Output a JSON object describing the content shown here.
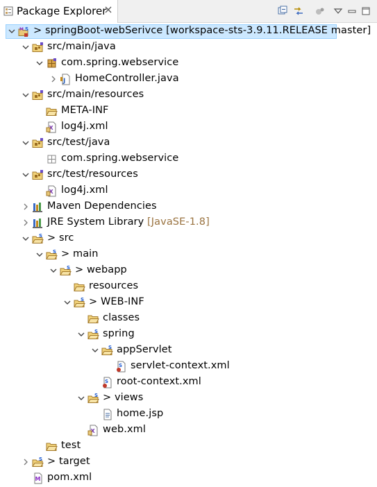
{
  "view": {
    "title": "Package Explorer",
    "toolbar": [
      "collapse-all-icon",
      "link-with-editor-icon",
      "focus-on-active-task-icon",
      "view-menu-icon",
      "minimize-icon",
      "maximize-icon"
    ]
  },
  "tree": [
    {
      "label": "springBoot-webSerivce",
      "prefix": "> ",
      "decoration": " [workspace-sts-3.9.11.RELEASE master]",
      "icon": "maven-project-icon",
      "name": "project-springboot-webservice",
      "level": 0,
      "expanded": true,
      "selected": true
    },
    {
      "label": "src/main/java",
      "prefix": "",
      "decoration": "",
      "icon": "source-folder-icon",
      "name": "tree-item-src-main-java",
      "level": 1,
      "expanded": true
    },
    {
      "label": "com.spring.webservice",
      "prefix": "",
      "decoration": "",
      "icon": "package-icon",
      "name": "tree-item-package-com-spring-webservice",
      "level": 2,
      "expanded": true
    },
    {
      "label": "HomeController.java",
      "prefix": "",
      "decoration": "",
      "icon": "java-file-icon",
      "name": "tree-item-homecontroller-java",
      "level": 3,
      "expanded": false
    },
    {
      "label": "src/main/resources",
      "prefix": "",
      "decoration": "",
      "icon": "source-folder-icon",
      "name": "tree-item-src-main-resources",
      "level": 1,
      "expanded": true
    },
    {
      "label": "META-INF",
      "prefix": "",
      "decoration": "",
      "icon": "folder-open-icon",
      "name": "tree-item-meta-inf",
      "level": 2,
      "expanded": null
    },
    {
      "label": "log4j.xml",
      "prefix": "",
      "decoration": "",
      "icon": "xml-file-icon",
      "name": "tree-item-log4j-xml-main",
      "level": 2,
      "expanded": null
    },
    {
      "label": "src/test/java",
      "prefix": "",
      "decoration": "",
      "icon": "source-folder-icon",
      "name": "tree-item-src-test-java",
      "level": 1,
      "expanded": true
    },
    {
      "label": "com.spring.webservice",
      "prefix": "",
      "decoration": "",
      "icon": "empty-package-icon",
      "name": "tree-item-test-package",
      "level": 2,
      "expanded": null
    },
    {
      "label": "src/test/resources",
      "prefix": "",
      "decoration": "",
      "icon": "source-folder-icon",
      "name": "tree-item-src-test-resources",
      "level": 1,
      "expanded": true
    },
    {
      "label": "log4j.xml",
      "prefix": "",
      "decoration": "",
      "icon": "xml-file-icon",
      "name": "tree-item-log4j-xml-test",
      "level": 2,
      "expanded": null
    },
    {
      "label": "Maven Dependencies",
      "prefix": "",
      "decoration": "",
      "icon": "library-icon",
      "name": "tree-item-maven-dependencies",
      "level": 1,
      "expanded": false
    },
    {
      "label": "JRE System Library",
      "prefix": "",
      "decoration": " [JavaSE-1.8]",
      "icon": "library-icon",
      "name": "tree-item-jre-system-library",
      "level": 1,
      "expanded": false
    },
    {
      "label": "src",
      "prefix": "> ",
      "decoration": "",
      "icon": "git-folder-icon",
      "name": "tree-item-src",
      "level": 1,
      "expanded": true
    },
    {
      "label": "main",
      "prefix": "> ",
      "decoration": "",
      "icon": "git-folder-icon",
      "name": "tree-item-main",
      "level": 2,
      "expanded": true
    },
    {
      "label": "webapp",
      "prefix": "> ",
      "decoration": "",
      "icon": "git-folder-icon",
      "name": "tree-item-webapp",
      "level": 3,
      "expanded": true
    },
    {
      "label": "resources",
      "prefix": "",
      "decoration": "",
      "icon": "folder-open-icon",
      "name": "tree-item-resources",
      "level": 4,
      "expanded": null
    },
    {
      "label": "WEB-INF",
      "prefix": "> ",
      "decoration": "",
      "icon": "git-folder-icon",
      "name": "tree-item-web-inf",
      "level": 4,
      "expanded": true
    },
    {
      "label": "classes",
      "prefix": "",
      "decoration": "",
      "icon": "folder-open-icon",
      "name": "tree-item-classes",
      "level": 5,
      "expanded": null
    },
    {
      "label": "spring",
      "prefix": "",
      "decoration": "",
      "icon": "git-folder-icon",
      "name": "tree-item-spring",
      "level": 5,
      "expanded": true
    },
    {
      "label": "appServlet",
      "prefix": "",
      "decoration": "",
      "icon": "git-folder-icon",
      "name": "tree-item-appservlet",
      "level": 6,
      "expanded": true
    },
    {
      "label": "servlet-context.xml",
      "prefix": "",
      "decoration": "",
      "icon": "spring-xml-icon",
      "name": "tree-item-servlet-context-xml",
      "level": 7,
      "expanded": null
    },
    {
      "label": "root-context.xml",
      "prefix": "",
      "decoration": "",
      "icon": "spring-xml-icon",
      "name": "tree-item-root-context-xml",
      "level": 6,
      "expanded": null
    },
    {
      "label": "views",
      "prefix": "> ",
      "decoration": "",
      "icon": "git-folder-icon",
      "name": "tree-item-views",
      "level": 5,
      "expanded": true
    },
    {
      "label": "home.jsp",
      "prefix": "",
      "decoration": "",
      "icon": "jsp-file-icon",
      "name": "tree-item-home-jsp",
      "level": 6,
      "expanded": null
    },
    {
      "label": "web.xml",
      "prefix": "",
      "decoration": "",
      "icon": "xml-file-icon",
      "name": "tree-item-web-xml",
      "level": 5,
      "expanded": null
    },
    {
      "label": "test",
      "prefix": "",
      "decoration": "",
      "icon": "folder-open-icon",
      "name": "tree-item-test",
      "level": 2,
      "expanded": null
    },
    {
      "label": "target",
      "prefix": "> ",
      "decoration": "",
      "icon": "git-folder-icon",
      "name": "tree-item-target",
      "level": 1,
      "expanded": false
    },
    {
      "label": "pom.xml",
      "prefix": "",
      "decoration": "",
      "icon": "maven-pom-icon",
      "name": "tree-item-pom-xml",
      "level": 1,
      "expanded": null
    }
  ]
}
